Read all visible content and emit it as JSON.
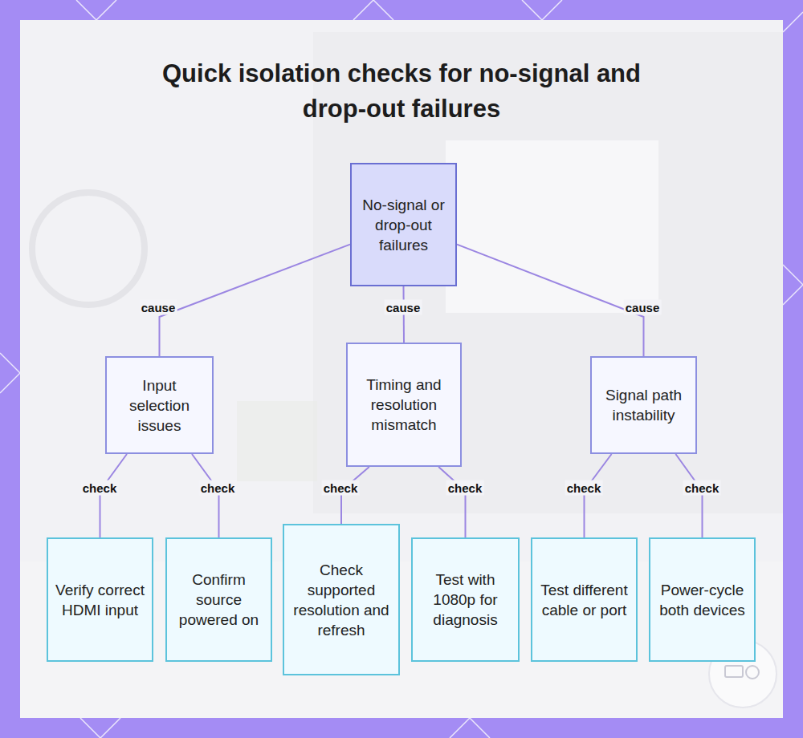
{
  "diagram": {
    "title": "Quick isolation checks for no-signal and drop-out failures",
    "nodes": [
      {
        "text": [
          "No-signal or drop-out failures"
        ]
      },
      {
        "text": [
          "Input selection issues"
        ]
      },
      {
        "text": [
          "Timing and resolution mismatch"
        ]
      },
      {
        "text": [
          "Signal path instability"
        ]
      },
      {
        "text": [
          "Verify correct HDMI input"
        ]
      },
      {
        "text": [
          "Confirm source powered on"
        ]
      },
      {
        "text": [
          "Check supported resolution and refresh"
        ]
      },
      {
        "text": [
          "Test with 1080p for diagnosis"
        ]
      },
      {
        "text": [
          "Test different cable or port"
        ]
      },
      {
        "text": [
          "Power-cycle both devices"
        ]
      }
    ],
    "edges": [
      {
        "from": 0,
        "to": 1,
        "label": "cause",
        "arrow": "none"
      },
      {
        "from": 0,
        "to": 2,
        "label": "cause",
        "arrow": "none"
      },
      {
        "from": 0,
        "to": 3,
        "label": "cause",
        "arrow": "none"
      },
      {
        "from": 1,
        "to": 4,
        "label": "check",
        "arrow": "none"
      },
      {
        "from": 1,
        "to": 5,
        "label": "check",
        "arrow": "none"
      },
      {
        "from": 2,
        "to": 6,
        "label": "check",
        "arrow": "none"
      },
      {
        "from": 2,
        "to": 7,
        "label": "check",
        "arrow": "none"
      },
      {
        "from": 3,
        "to": 8,
        "label": "check",
        "arrow": "none"
      },
      {
        "from": 3,
        "to": 9,
        "label": "check",
        "arrow": "none"
      }
    ]
  }
}
